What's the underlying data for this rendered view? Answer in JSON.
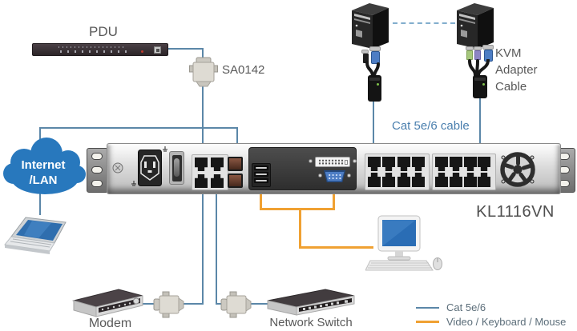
{
  "device": {
    "model": "KL1116VN"
  },
  "labels": {
    "pdu": "PDU",
    "sa0142": "SA0142",
    "kvm_adapter_line1": "KVM",
    "kvm_adapter_line2": "Adapter",
    "kvm_adapter_line3": "Cable",
    "cat_cable": "Cat 5e/6 cable",
    "cloud_line1": "Internet",
    "cloud_line2": "/LAN",
    "modem": "Modem",
    "network_switch": "Network Switch"
  },
  "legend": {
    "items": [
      {
        "id": "cat5e6",
        "label": "Cat 5e/6",
        "color": "#5b87a8"
      },
      {
        "id": "vkm",
        "label": "Video / Keyboard / Mouse",
        "color": "#f0a132"
      }
    ]
  },
  "colors": {
    "cat_line": "#5b87a8",
    "vkm_line": "#f0a132",
    "dashed_link": "#82aecd",
    "cloud_fill": "#2878bd",
    "label_text": "#595959",
    "legend_text": "#5c6e7a",
    "cable_label_text": "#4a7fae",
    "model_text": "#4f4f4f"
  }
}
